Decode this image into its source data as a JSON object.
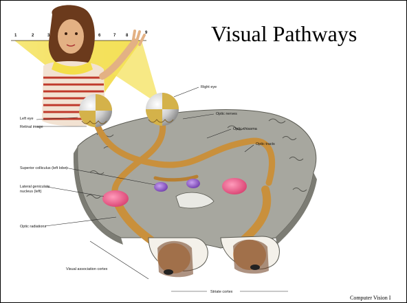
{
  "slide": {
    "title": "Visual Pathways",
    "footer": "Computer Vision I"
  },
  "diagram": {
    "field_numbers": [
      "1",
      "2",
      "3",
      "6",
      "7",
      "8",
      "9"
    ],
    "labels": {
      "left_eye": "Left eye",
      "retinal_image": "Retinal image",
      "right_eye": "Right eye",
      "optic_nerves": "Optic nerves",
      "optic_chiasma": "Optic chiasma",
      "optic_tracts": "Optic tracts",
      "superior_colliculus": "Superior colliculus (left lobe)",
      "lateral_geniculate": "Lateral geniculate",
      "lateral_geniculate_2": "nucleus (left)",
      "optic_radiations": "Optic radiations",
      "visual_association_cortex": "Visual association cortex",
      "striate_cortex": "Striate cortex"
    }
  },
  "colors": {
    "background": "#ffffff",
    "light_beam": "#f3de4a",
    "nerve": "#c9903c",
    "brain_tissue": "#a7a79f",
    "geniculate_nucleus": "#e8507e",
    "colliculus": "#8a4fc4",
    "eyeball": "#cfcfcf",
    "skin": "#e3b184",
    "hair": "#6b3a1c"
  }
}
